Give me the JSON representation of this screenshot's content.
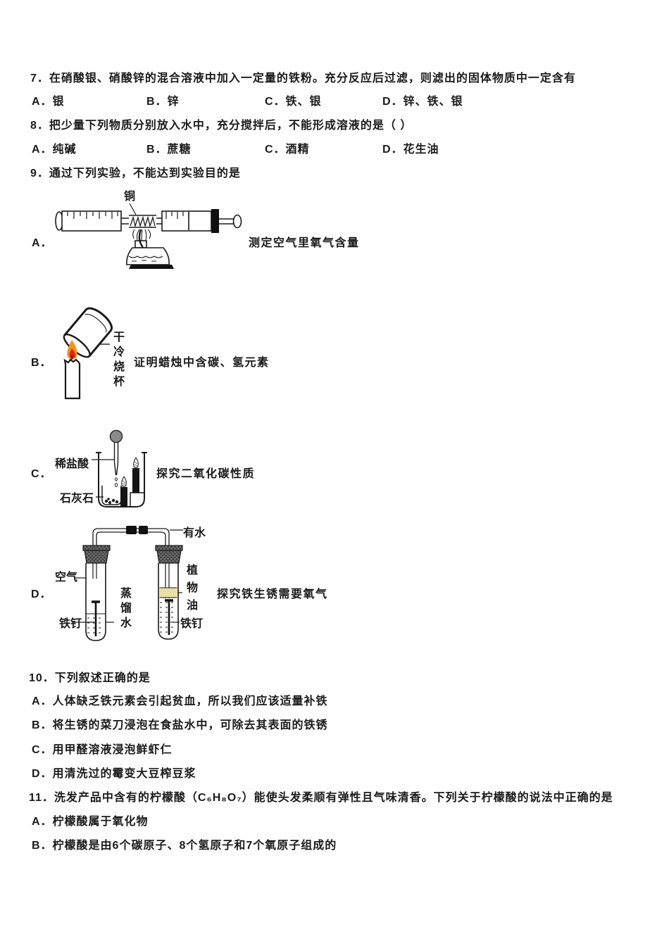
{
  "doc": {
    "q7": {
      "stem": "7．在硝酸银、硝酸锌的混合溶液中加入一定量的铁粉。充分反应后过滤，则滤出的固体物质中一定含有",
      "a": "A．银",
      "b": "B．锌",
      "c": "C．铁、银",
      "d": "D．锌、铁、银"
    },
    "q8": {
      "stem": "8．把少量下列物质分别放入水中，充分搅拌后，不能形成溶液的是（ ）",
      "a": "A．纯碱",
      "b": "B．蔗糖",
      "c": "C．酒精",
      "d": "D．花生油"
    },
    "q9": {
      "stem": "9．通过下列实验，不能达到实验目的是",
      "exp_a": {
        "label": "A．",
        "caption": "测定空气里氧气含量",
        "copper": "铜"
      },
      "exp_b": {
        "label": "B．",
        "caption": "证明蜡烛中含碳、氢元素",
        "beaker": "干冷烧杯"
      },
      "exp_c": {
        "label": "C．",
        "caption": "探究二氧化碳性质",
        "acid": "稀盐酸",
        "limestone": "石灰石"
      },
      "exp_d": {
        "label": "D．",
        "caption": "探究铁生锈需要氧气",
        "has_water": "有水",
        "air": "空气",
        "distilled_water": "蒸馏水",
        "nail_left": "铁钉",
        "oil": "植物油",
        "nail_right": "铁钉"
      }
    },
    "q10": {
      "stem": "10．下列叙述正确的是",
      "a": "A．人体缺乏铁元素会引起贫血，所以我们应该适量补铁",
      "b": "B．将生锈的菜刀浸泡在食盐水中，可除去其表面的铁锈",
      "c": "C．用甲醛溶液浸泡鲜虾仁",
      "d": "D．用清洗过的霉变大豆榨豆浆"
    },
    "q11": {
      "stem": "11．洗发产品中含有的柠檬酸（C₆H₈O₇）能使头发柔顺有弹性且气味清香。下列关于柠檬酸的说法中正确的是",
      "a": "A．柠檬酸属于氧化物",
      "b": "B．柠檬酸是由6个碳原子、8个氢原子和7个氧原子组成的"
    }
  },
  "colors": {
    "ink": "#1a1a1a",
    "flame_outer": "#f58f1d",
    "flame_inner": "#e02600",
    "oil": "#e9dfa3",
    "bulb_gray": "#8a8a8a"
  }
}
